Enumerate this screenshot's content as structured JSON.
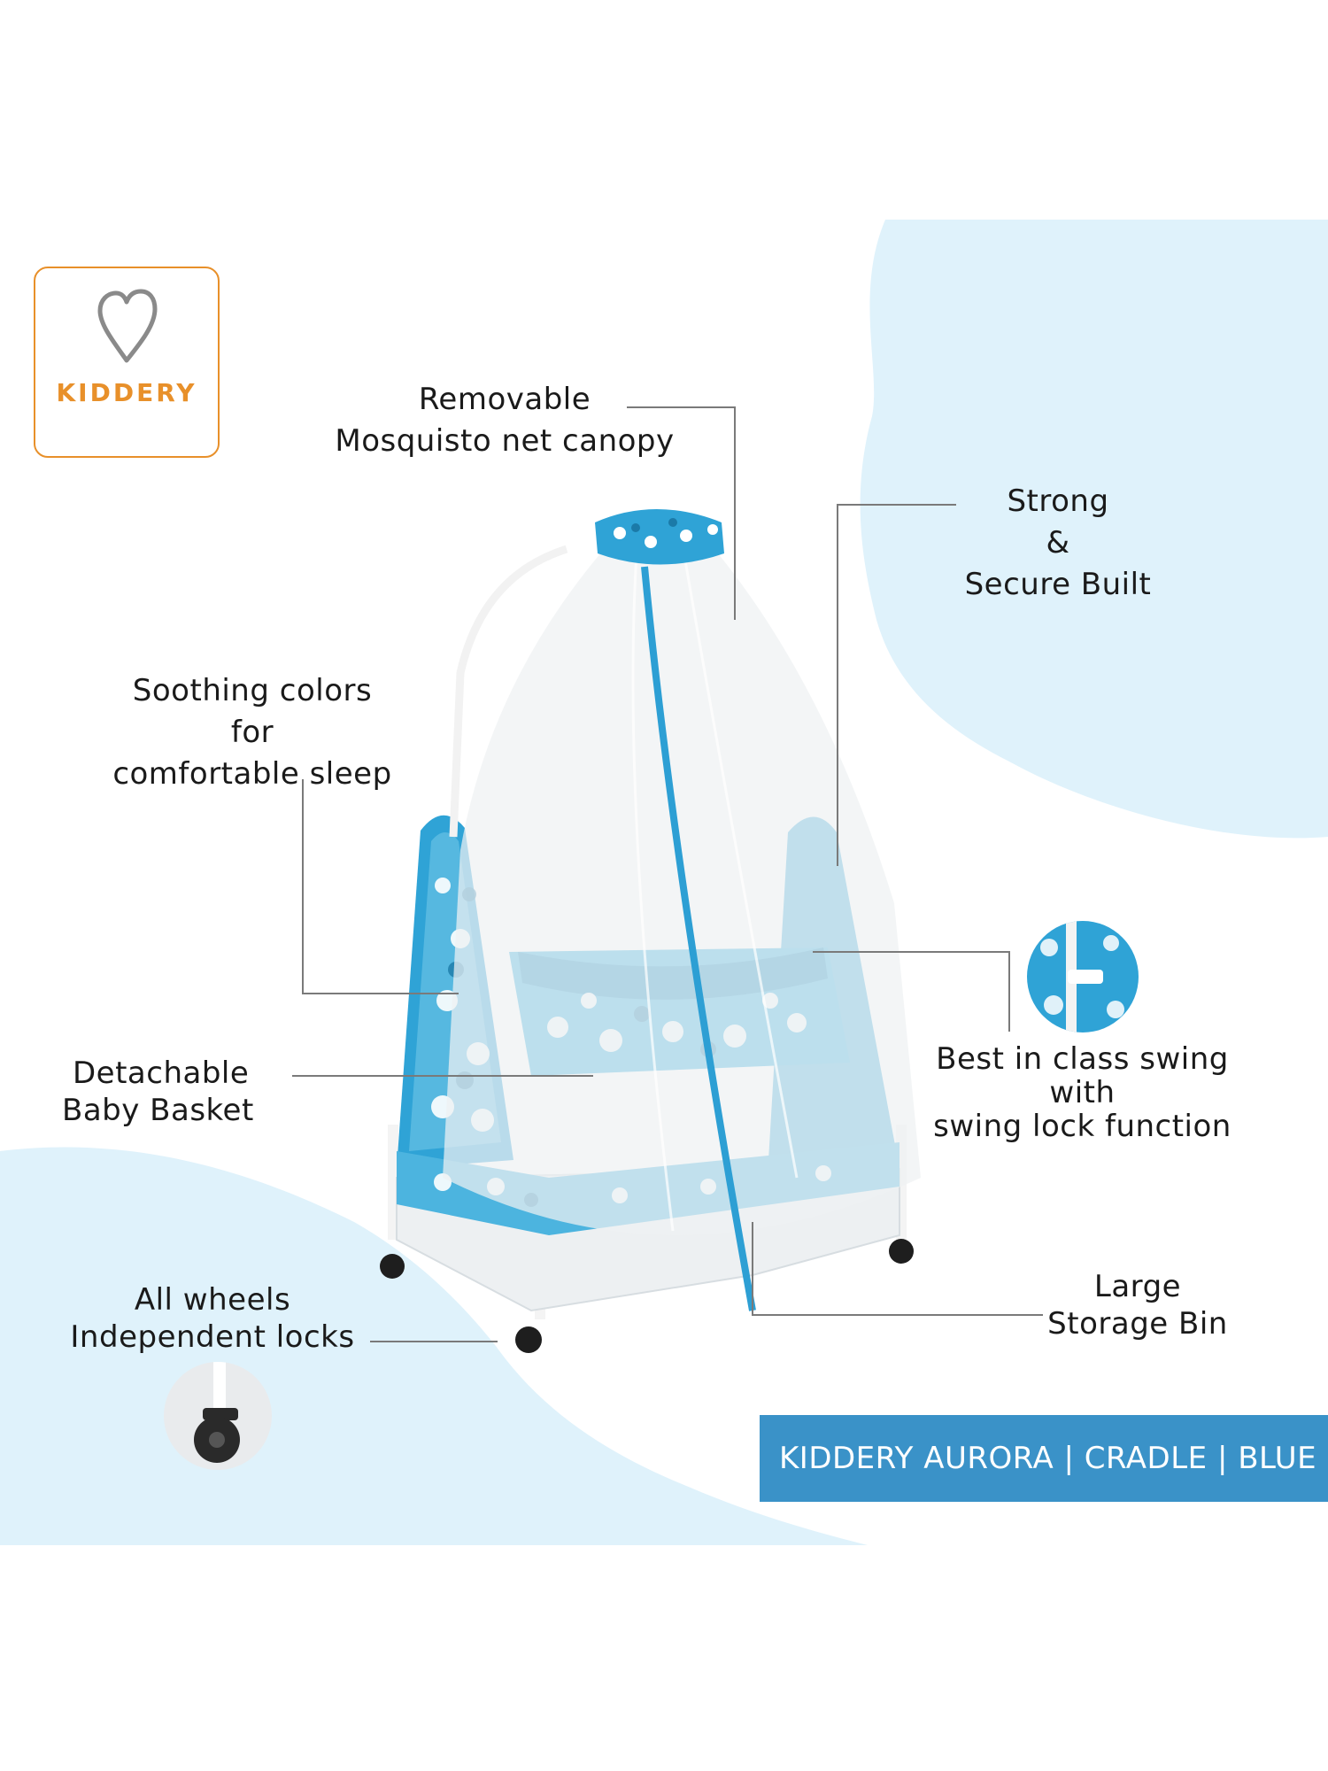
{
  "brand": {
    "name": "KIDDERY",
    "accent_color": "#e8902a",
    "icon": "heart-icon"
  },
  "callouts": {
    "canopy": [
      "Removable",
      "Mosquisto net canopy"
    ],
    "strong": [
      "Strong",
      "&",
      "Secure Built"
    ],
    "soothing": [
      "Soothing colors",
      "for",
      "comfortable sleep"
    ],
    "basket": [
      "Detachable",
      "Baby Basket"
    ],
    "swing": [
      "Best in class swing",
      "with",
      "swing lock function"
    ],
    "wheels": [
      "All wheels",
      "Independent locks"
    ],
    "storage": [
      "Large",
      "Storage Bin"
    ]
  },
  "banner": {
    "text": "KIDDERY AURORA | CRADLE | BLUE",
    "color": "#3a92c8"
  },
  "colors": {
    "background_blob": "#dff2fb",
    "product_blue": "#2fa3d6",
    "net": "#eef1f3"
  }
}
